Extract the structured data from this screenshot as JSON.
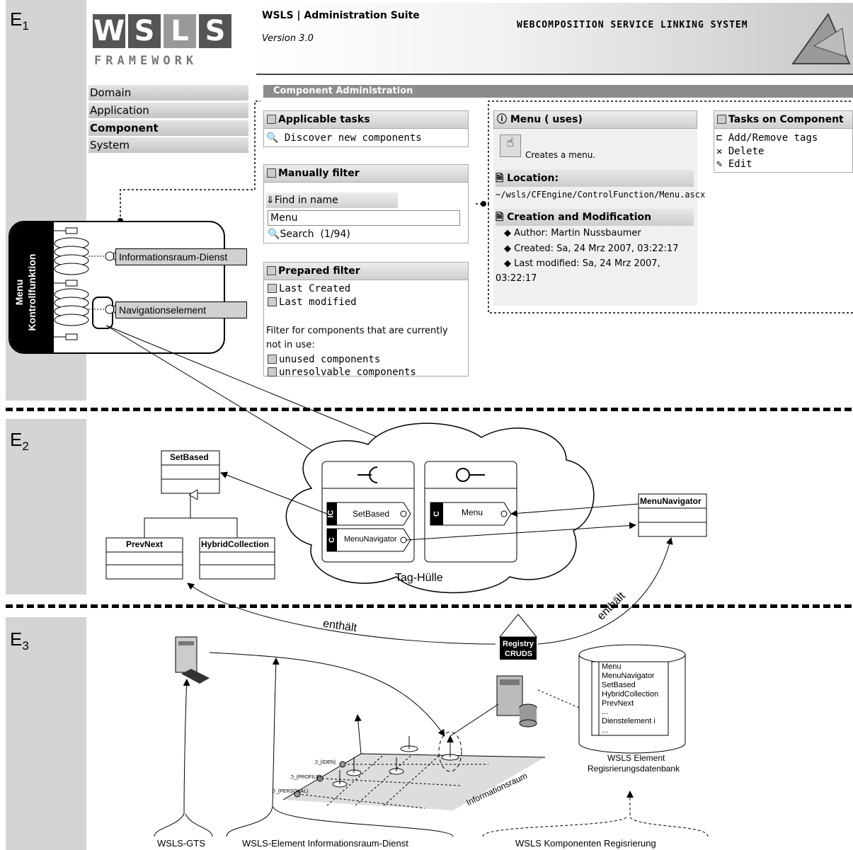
{
  "section_labels": [
    "E",
    "1",
    "E",
    "2",
    "E",
    "3"
  ],
  "header": {
    "logo_main": "WSLS",
    "logo_sub": "FRAMEWORK",
    "suite_title": "WSLS | Administration Suite",
    "version": "Version 3.0",
    "tagline": "WEBCOMPOSITION SERVICE LINKING SYSTEM"
  },
  "nav": {
    "items": [
      "Domain",
      "Application",
      "Component",
      "System"
    ]
  },
  "component_admin_title": "Component Administration",
  "applicable_tasks": {
    "title": "Applicable tasks",
    "items": [
      "Discover new components"
    ]
  },
  "manual_filter": {
    "title": "Manually filter",
    "find_label": "Find in name",
    "input_value": "Menu",
    "search_label": "Search",
    "search_count": "(1/94)"
  },
  "prepared_filter": {
    "title": "Prepared filter",
    "items": [
      "Last Created",
      "Last modified"
    ],
    "note": "Filter for components that are currently not in use:",
    "note_line1": "Filter for components that are currently",
    "note_line2": "not in use:",
    "unused": "unused components",
    "unresolvable": "unresolvable components"
  },
  "menu_detail": {
    "title": "Menu ( uses)",
    "description": "Creates a menu.",
    "location_title": "Location:",
    "location_path": "~/wsls/CFEngine/ControlFunction/Menu.ascx",
    "creation_title": "Creation and Modification",
    "author": "Author: Martin Nussbaumer",
    "created": "Created: Sa, 24 Mrz 2007, 03:22:17",
    "modified_line1": "Last modified: Sa, 24 Mrz 2007,",
    "modified_line2": "03:22:17"
  },
  "tasks_on_component": {
    "title": "Tasks on Component",
    "items": [
      "Add/Remove tags",
      "Delete",
      "Edit"
    ]
  },
  "e1_diagram": {
    "side_label_line1": "Menu",
    "side_label_line2": "Kontrollfunktion",
    "box1": "Informationsraum-Dienst",
    "box2": "Navigationselement"
  },
  "e2_diagram": {
    "classes": [
      "SetBased",
      "PrevNext",
      "HybridCollection",
      "MenuNavigator"
    ],
    "cloud_label": "Tag-Hülle",
    "ports": [
      {
        "tag": "IC",
        "name": "SetBased"
      },
      {
        "tag": "C",
        "name": "MenuNavigator"
      },
      {
        "tag": "C",
        "name": "Menu"
      }
    ]
  },
  "e3_diagram": {
    "contains_label_1": "enthält",
    "contains_label_2": "enthält",
    "registry_line1": "Registry",
    "registry_line2": "CRUDS",
    "db_entries": [
      "Menu",
      "MenuNavigator",
      "SetBased",
      "HybridCollection",
      "PrevNext",
      "...",
      "Dienstelement i",
      "..."
    ],
    "db_label_line1": "WSLS Element",
    "db_label_line2": "Regisrierungsdatenbank",
    "infospace_label": "Informationsraum",
    "axis_labels": [
      "ℑ_{IDEN}",
      "ℑ_{PROFILE}",
      "ℑ_{PERSONAL}"
    ],
    "bottom_labels": [
      "WSLS-GTS",
      "WSLS-Element Informationsraum-Dienst",
      "WSLS Komponenten Regisrierung"
    ]
  }
}
